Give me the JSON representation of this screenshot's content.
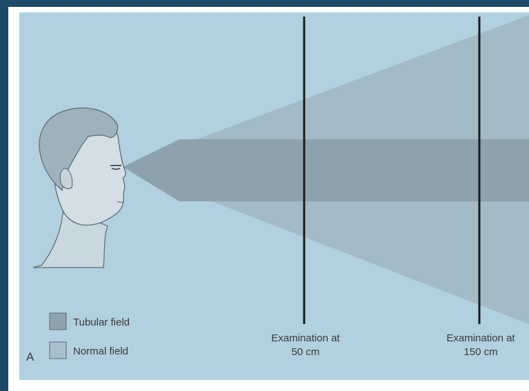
{
  "figure_label": "A",
  "legend": {
    "items": [
      {
        "label": "Tubular field",
        "color": "#8fa3ae"
      },
      {
        "label": "Normal field",
        "color": "#a9bfcc"
      }
    ]
  },
  "examinations": [
    {
      "line1": "Examination at",
      "line2": "50 cm"
    },
    {
      "line1": "Examination at",
      "line2": "150 cm"
    }
  ],
  "colors": {
    "background": "#b1d0e0",
    "normal_field": "#a3bac7",
    "tubular_field": "#8ea2ad",
    "lines": "#1a1a1a",
    "border": "#1d4a66"
  }
}
